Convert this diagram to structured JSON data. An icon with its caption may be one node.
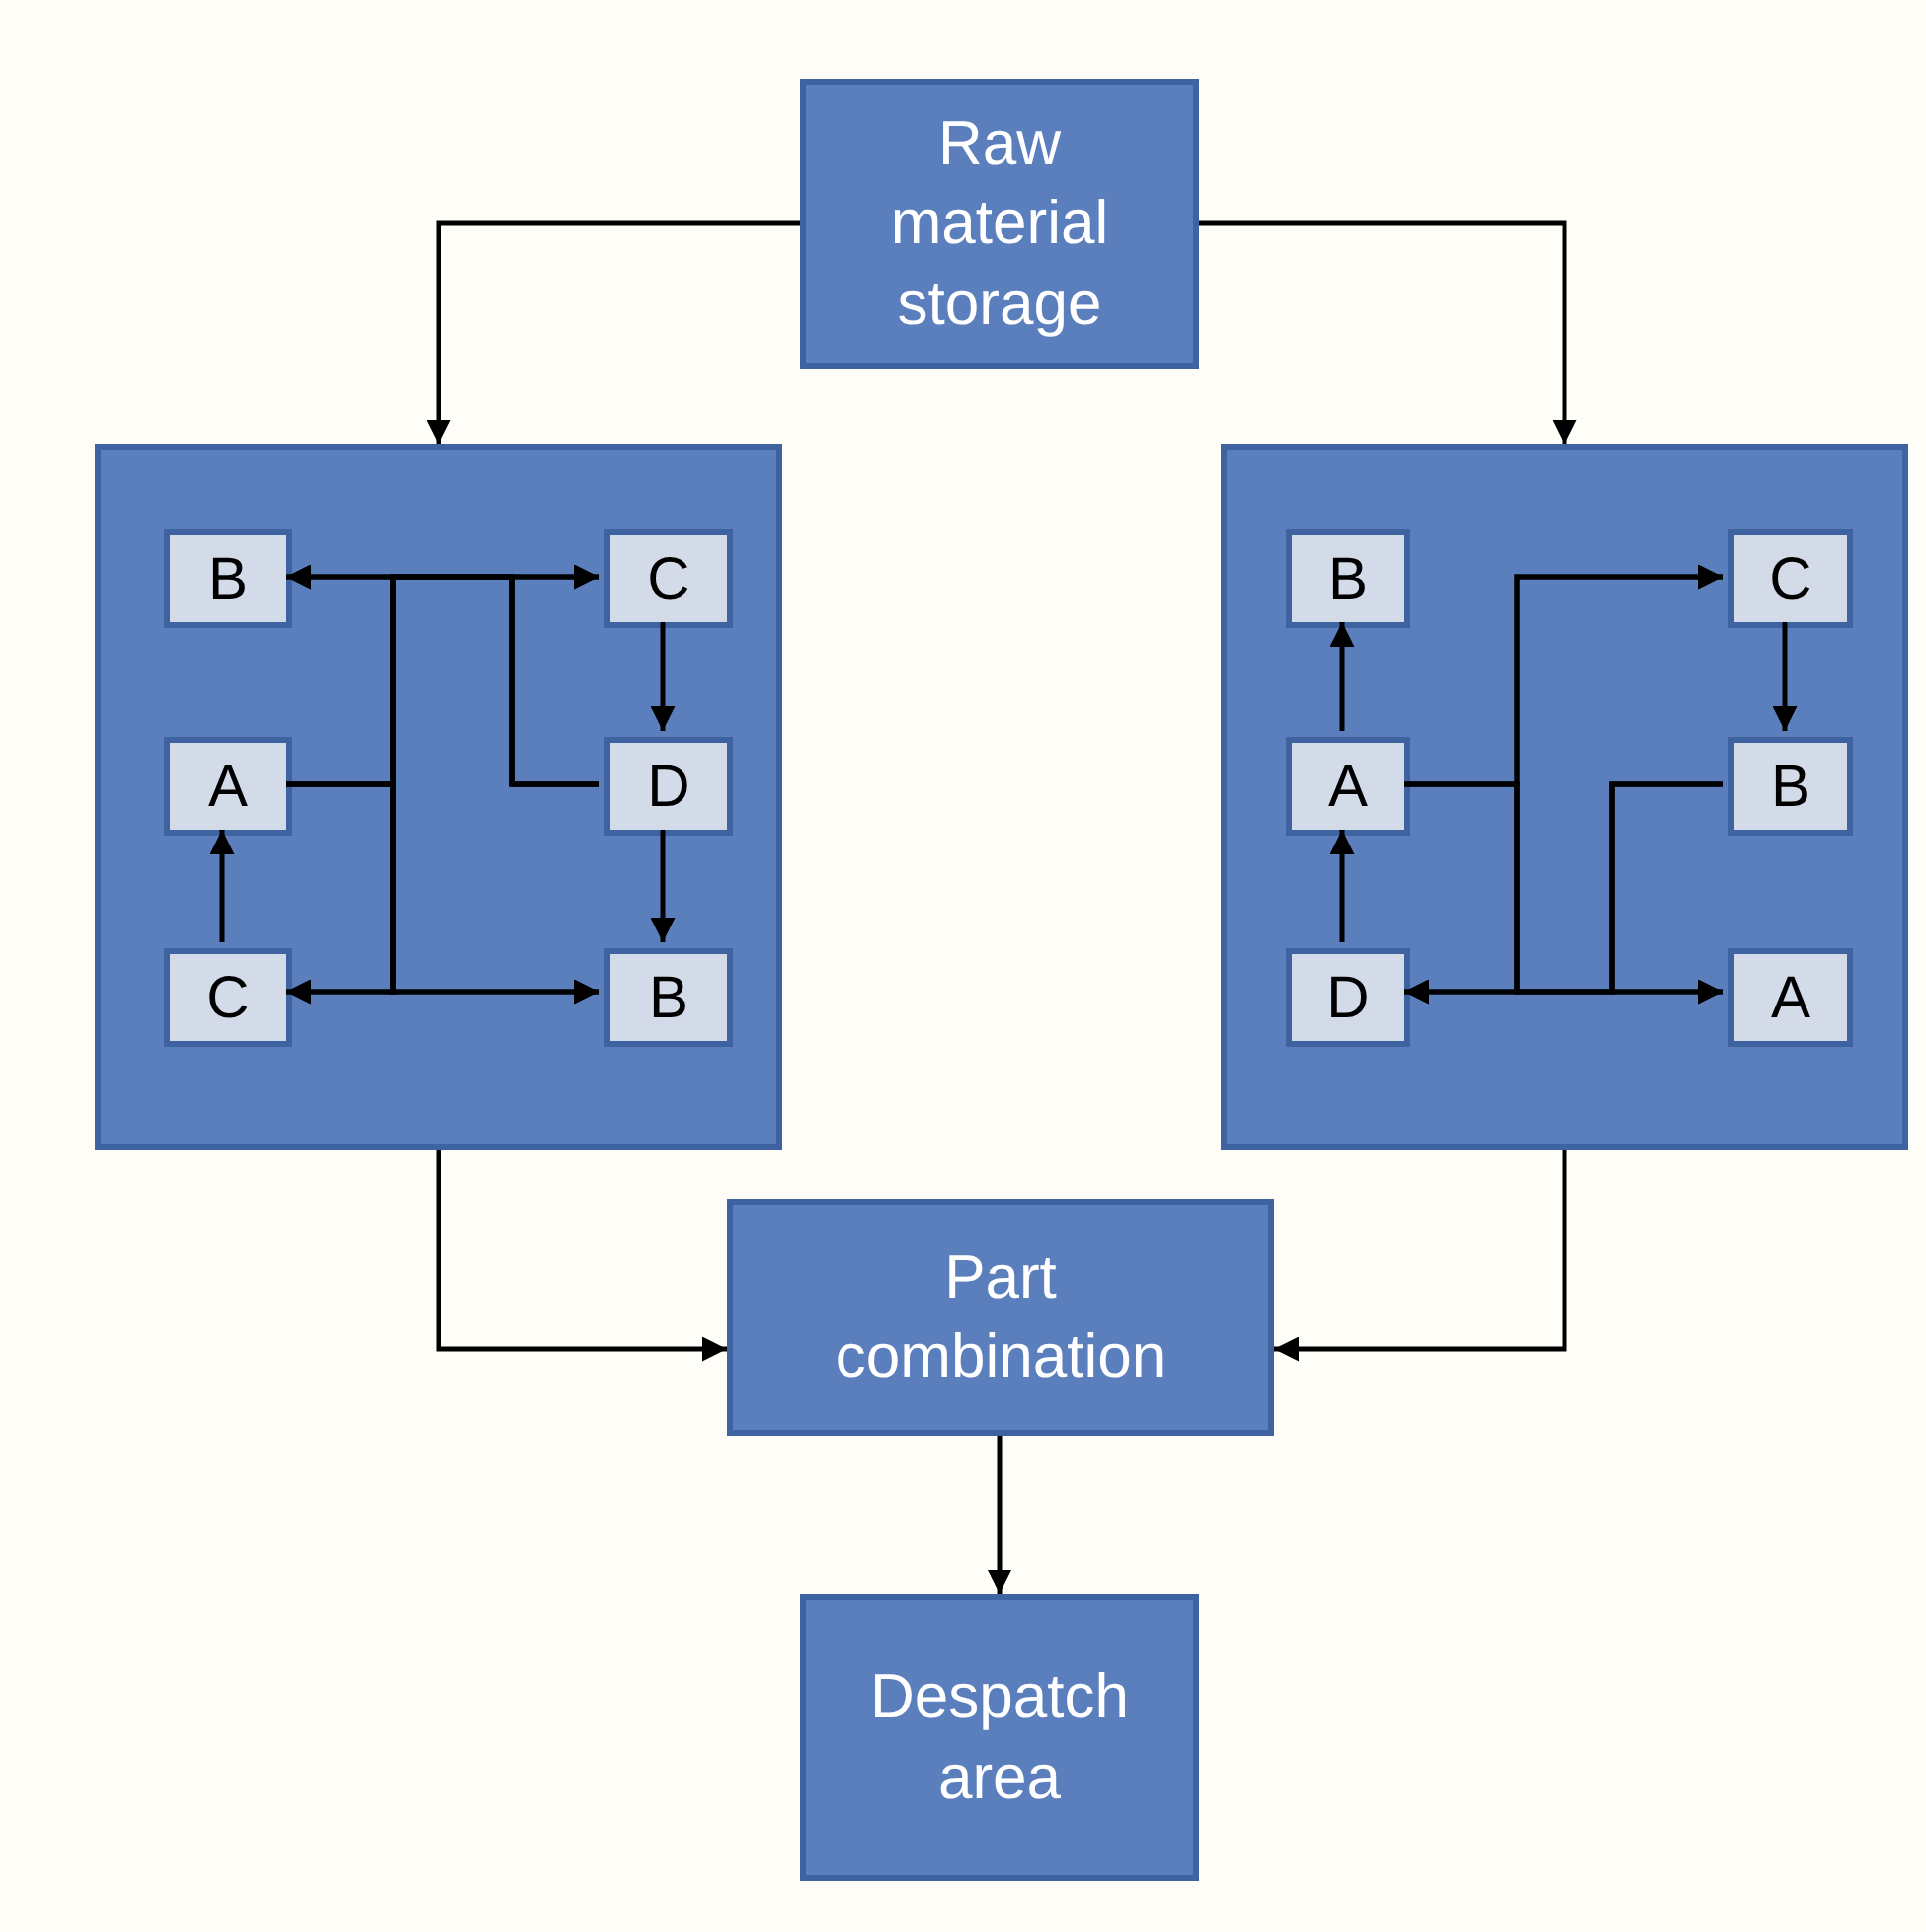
{
  "diagram": {
    "nodes": [
      {
        "text": [
          "Raw material storage"
        ]
      },
      {
        "text": [],
        "shape": "box"
      },
      {
        "text": [
          "B"
        ],
        "in": 1
      },
      {
        "text": [
          "C"
        ],
        "in": 1
      },
      {
        "text": [
          "A"
        ],
        "in": 1
      },
      {
        "text": [
          "D"
        ],
        "in": 1
      },
      {
        "text": [
          "C"
        ],
        "in": 1
      },
      {
        "text": [
          "B"
        ],
        "in": 1
      },
      {
        "text": [],
        "shape": "box"
      },
      {
        "text": [
          "B"
        ],
        "in": 8
      },
      {
        "text": [
          "C"
        ],
        "in": 8
      },
      {
        "text": [
          "A"
        ],
        "in": 8
      },
      {
        "text": [
          "B"
        ],
        "in": 8
      },
      {
        "text": [
          "D"
        ],
        "in": 8
      },
      {
        "text": [
          "A"
        ],
        "in": 8
      },
      {
        "text": [
          "Part combination"
        ]
      },
      {
        "text": [
          "Despatch area"
        ]
      }
    ],
    "edges": [
      {
        "from": 0,
        "to": 1,
        "arrow": "to"
      },
      {
        "from": 0,
        "to": 8,
        "arrow": "to"
      },
      {
        "from": 1,
        "to": 15,
        "arrow": "to"
      },
      {
        "from": 8,
        "to": 15,
        "arrow": "to"
      },
      {
        "from": 15,
        "to": 16,
        "arrow": "to"
      },
      {
        "from": 3,
        "to": 5,
        "arrow": "to"
      },
      {
        "from": 5,
        "to": 7,
        "arrow": "to"
      },
      {
        "from": 6,
        "to": 4,
        "arrow": "to"
      },
      {
        "from": 4,
        "to": 2,
        "arrow": "to"
      },
      {
        "from": 4,
        "to": 3,
        "arrow": "to"
      },
      {
        "from": 4,
        "to": 6,
        "arrow": "to"
      },
      {
        "from": 4,
        "to": 7,
        "arrow": "to"
      },
      {
        "from": 5,
        "to": 2,
        "arrow": "to"
      },
      {
        "from": 5,
        "to": 3,
        "arrow": "to"
      },
      {
        "from": 5,
        "to": 6,
        "arrow": "to"
      },
      {
        "from": 5,
        "to": 7,
        "arrow": "to"
      },
      {
        "from": 13,
        "to": 11,
        "arrow": "to"
      },
      {
        "from": 11,
        "to": 9,
        "arrow": "to"
      },
      {
        "from": 10,
        "to": 12,
        "arrow": "to"
      },
      {
        "from": 11,
        "to": 10,
        "arrow": "to"
      },
      {
        "from": 11,
        "to": 13,
        "arrow": "to"
      },
      {
        "from": 11,
        "to": 14,
        "arrow": "to"
      },
      {
        "from": 12,
        "to": 10,
        "arrow": "to"
      },
      {
        "from": 12,
        "to": 13,
        "arrow": "to"
      },
      {
        "from": 12,
        "to": 14,
        "arrow": "to"
      }
    ]
  }
}
